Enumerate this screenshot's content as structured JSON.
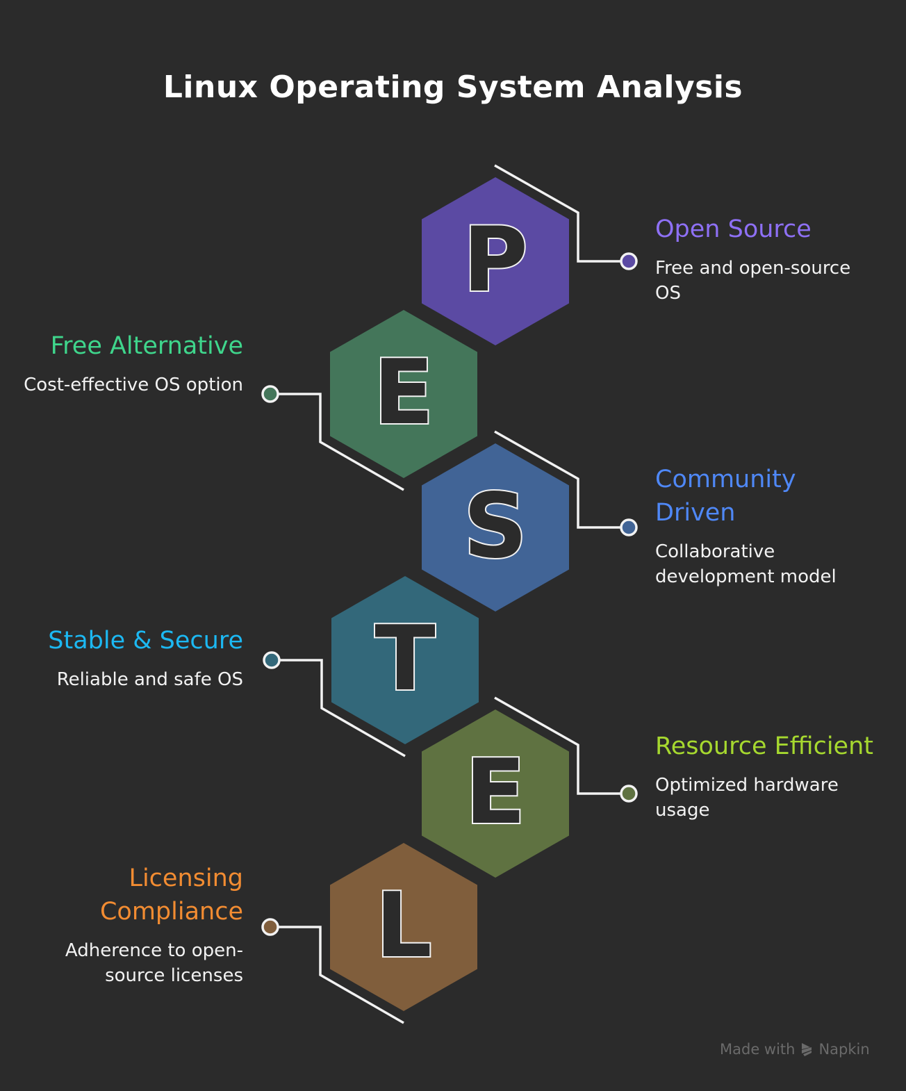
{
  "title": "Linux Operating System Analysis",
  "items": [
    {
      "letter": "P",
      "title": "Open Source",
      "desc": "Free and open-source OS",
      "fill": "#5b4aa3",
      "accent": "#8e70f5",
      "side": "right"
    },
    {
      "letter": "E",
      "title": "Free Alternative",
      "desc": "Cost-effective OS option",
      "fill": "#44765a",
      "accent": "#3fd68c",
      "side": "left"
    },
    {
      "letter": "S",
      "title": "Community Driven",
      "desc": "Collaborative development model",
      "fill": "#416496",
      "accent": "#4f88f7",
      "side": "right"
    },
    {
      "letter": "T",
      "title": "Stable & Secure",
      "desc": "Reliable and safe OS",
      "fill": "#33687a",
      "accent": "#1cb8f2",
      "side": "left"
    },
    {
      "letter": "E",
      "title": "Resource Efficient",
      "desc": "Optimized hardware usage",
      "fill": "#5f7241",
      "accent": "#a6d82f",
      "side": "right"
    },
    {
      "letter": "L",
      "title": "Licensing Compliance",
      "desc": "Adherence to open-source licenses",
      "fill": "#805e3c",
      "accent": "#f28c32",
      "side": "left"
    }
  ],
  "watermark": {
    "prefix": "Made with",
    "brand": "Napkin",
    "icon": "napkin-logo-icon"
  }
}
